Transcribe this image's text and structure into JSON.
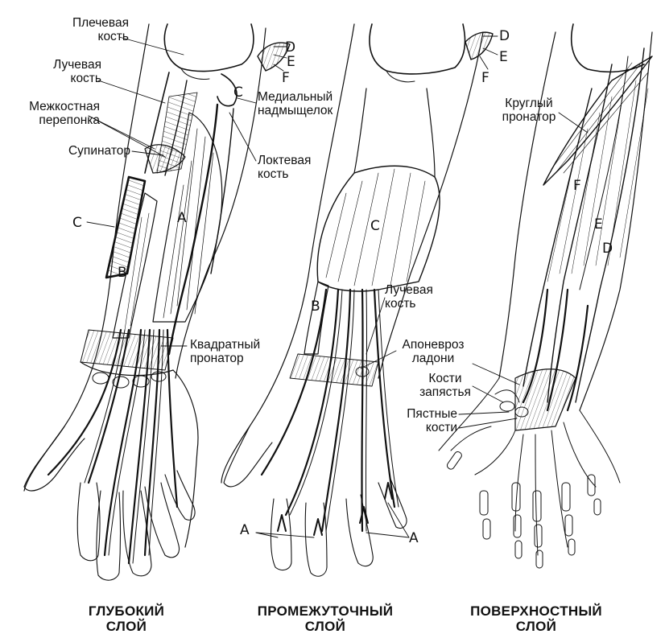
{
  "labels": {
    "humerus": [
      "Плечевая",
      "кость"
    ],
    "radius": [
      "Лучевая",
      "кость"
    ],
    "membrane": [
      "Межкостная",
      "перепонка"
    ],
    "supinator": "Супинатор",
    "medial_epicondyle": [
      "Медиальный",
      "надмыщелок"
    ],
    "ulna": [
      "Локтевая",
      "кость"
    ],
    "pronator_quadratus": [
      "Квадратный",
      "пронатор"
    ],
    "radius_mid": [
      "Лучевая",
      "кость"
    ],
    "aponeurosis": [
      "Апоневроз",
      "ладони"
    ],
    "carpals": [
      "Кости",
      "запястья"
    ],
    "metacarpals": [
      "Пястные",
      "кости"
    ],
    "pronator_teres": [
      "Круглый",
      "пронатор"
    ]
  },
  "letters": {
    "A": "A",
    "B": "B",
    "C": "C",
    "D": "D",
    "E": "E",
    "F": "F"
  },
  "captions": {
    "deep": [
      "ГЛУБОКИЙ",
      "СЛОЙ"
    ],
    "middle": [
      "ПРОМЕЖУТОЧНЫЙ",
      "СЛОЙ"
    ],
    "superficial": [
      "ПОВЕРХНОСТНЫЙ",
      "СЛОЙ"
    ]
  },
  "colors": {
    "ink": "#111111",
    "paper": "#ffffff"
  }
}
